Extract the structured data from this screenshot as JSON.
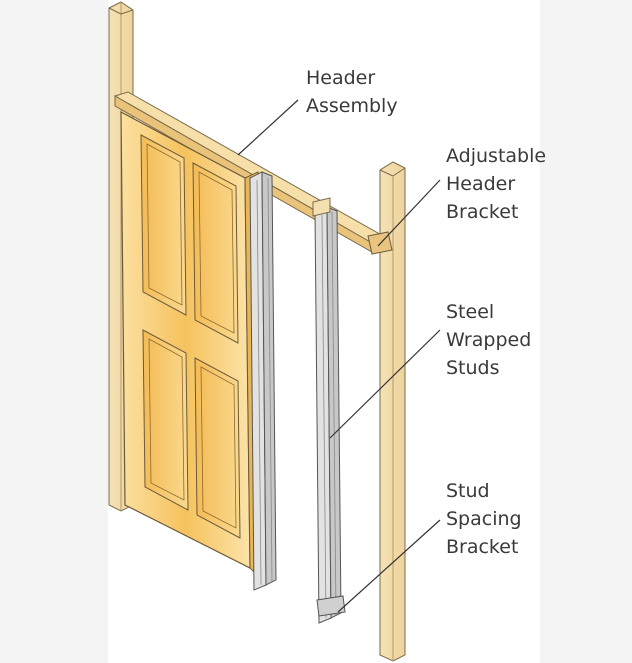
{
  "labels": {
    "header_assembly": [
      "Header",
      "Assembly"
    ],
    "adjustable_header_bracket": [
      "Adjustable",
      "Header",
      "Bracket"
    ],
    "steel_wrapped_studs": [
      "Steel",
      "Wrapped",
      "Studs"
    ],
    "stud_spacing_bracket": [
      "Stud",
      "Spacing",
      "Bracket"
    ]
  },
  "colors": {
    "wood": "#f3dfb0",
    "wood_edge": "#7a6a4a",
    "door": "#f7c866",
    "door_light": "#fbe3a8",
    "steel": "#d8d8d8",
    "label_text": "#3a3a3a"
  }
}
